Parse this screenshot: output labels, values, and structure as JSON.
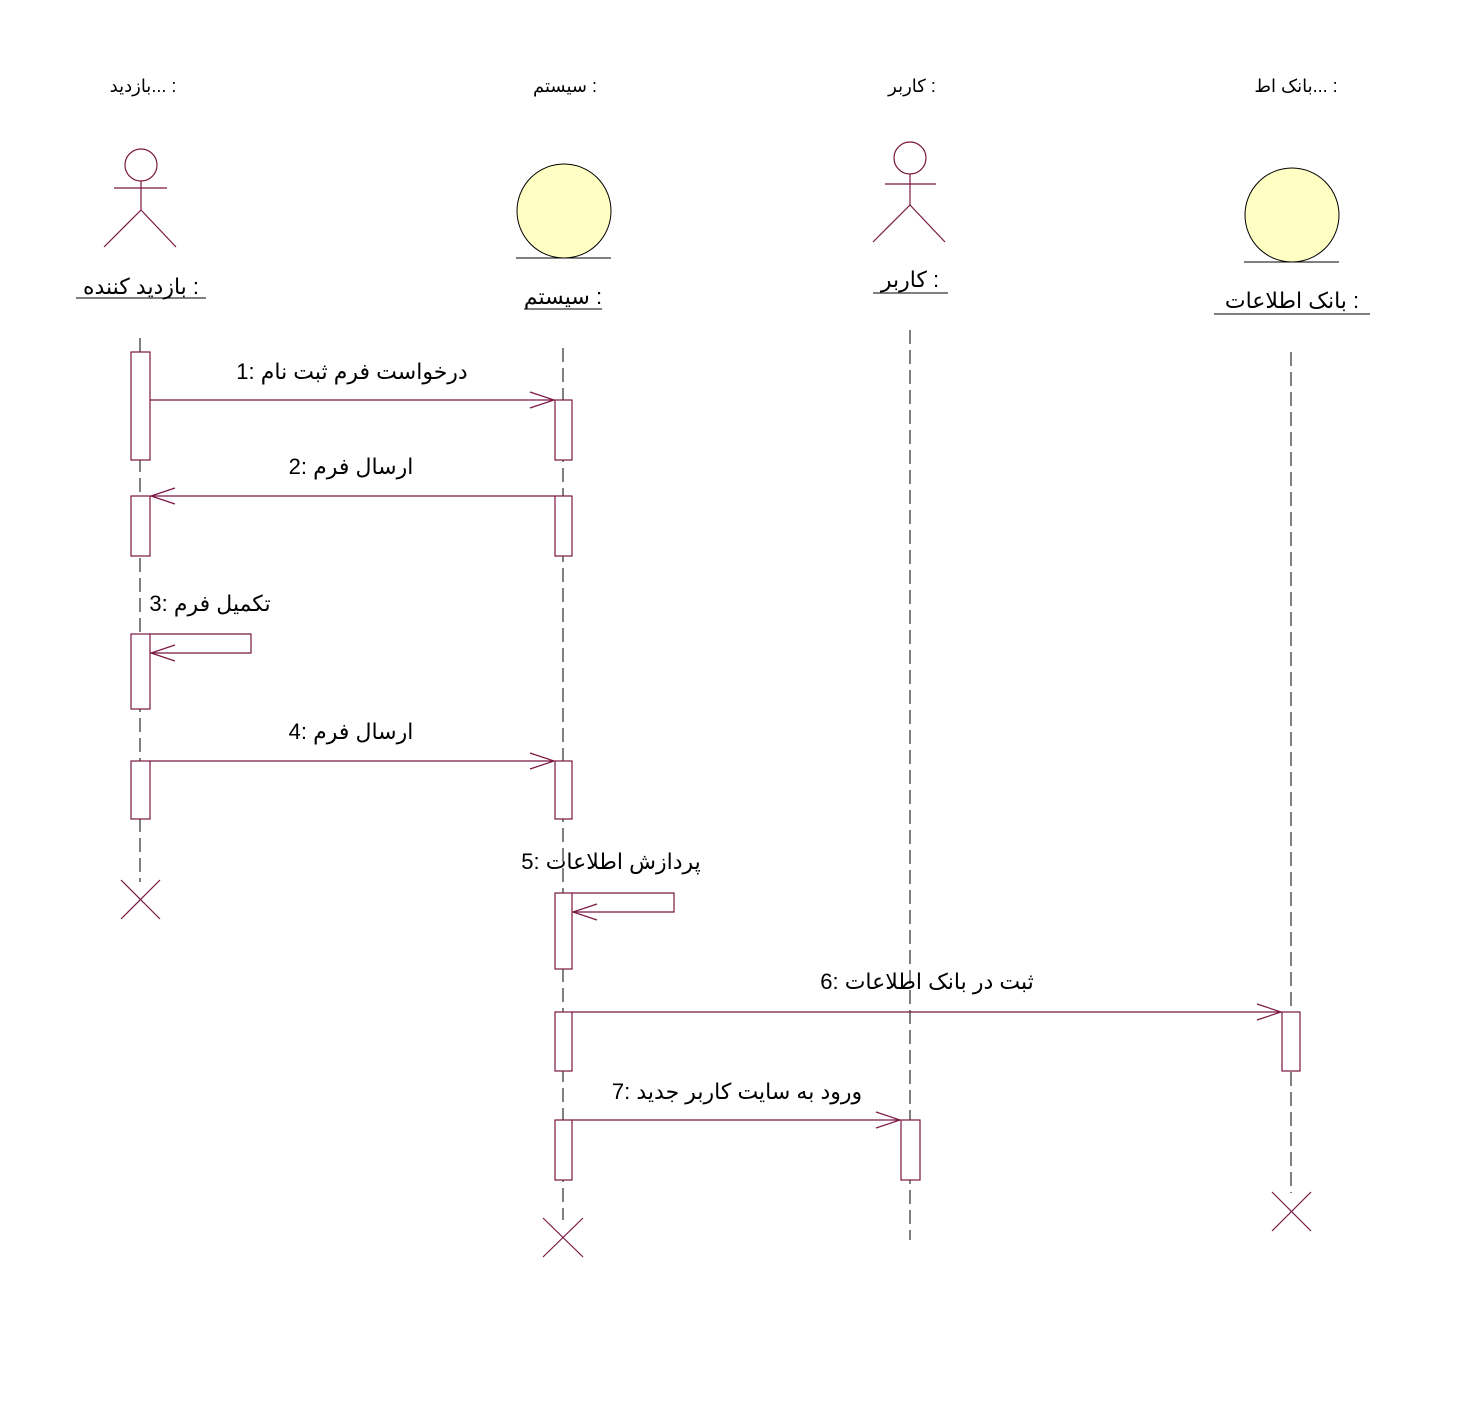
{
  "diagram": {
    "lifelines": [
      {
        "id": "visitor",
        "header": ": ...بازدید",
        "name": ": بازدید کننده",
        "kind": "actor"
      },
      {
        "id": "system",
        "header": ": سیستم",
        "name": ": سیستم",
        "kind": "entity"
      },
      {
        "id": "user",
        "header": ": کاربر",
        "name": ": کاربر",
        "kind": "actor"
      },
      {
        "id": "db",
        "header": ": ...بانک اط",
        "name": ": بانک اطلاعات",
        "kind": "entity"
      }
    ],
    "messages": [
      {
        "num": "1",
        "text": "درخواست فرم ثبت نام",
        "label": "1: درخواست فرم ثبت نام",
        "from": "visitor",
        "to": "system"
      },
      {
        "num": "2",
        "text": "ارسال فرم",
        "label": "2: ارسال فرم",
        "from": "system",
        "to": "visitor"
      },
      {
        "num": "3",
        "text": "تکمیل فرم",
        "label": "3: تکمیل فرم",
        "from": "visitor",
        "to": "visitor"
      },
      {
        "num": "4",
        "text": "ارسال فرم",
        "label": "4: ارسال فرم",
        "from": "visitor",
        "to": "system"
      },
      {
        "num": "5",
        "text": "پردازش اطلاعات",
        "label": "5: پردازش اطلاعات",
        "from": "system",
        "to": "system"
      },
      {
        "num": "6",
        "text": "ثبت در بانک اطلاعات",
        "label": "6: ثبت در بانک اطلاعات",
        "from": "system",
        "to": "db"
      },
      {
        "num": "7",
        "text": "ورود به سایت کاربر جدید",
        "label": "7: ورود به سایت کاربر جدید",
        "from": "system",
        "to": "user"
      }
    ]
  }
}
